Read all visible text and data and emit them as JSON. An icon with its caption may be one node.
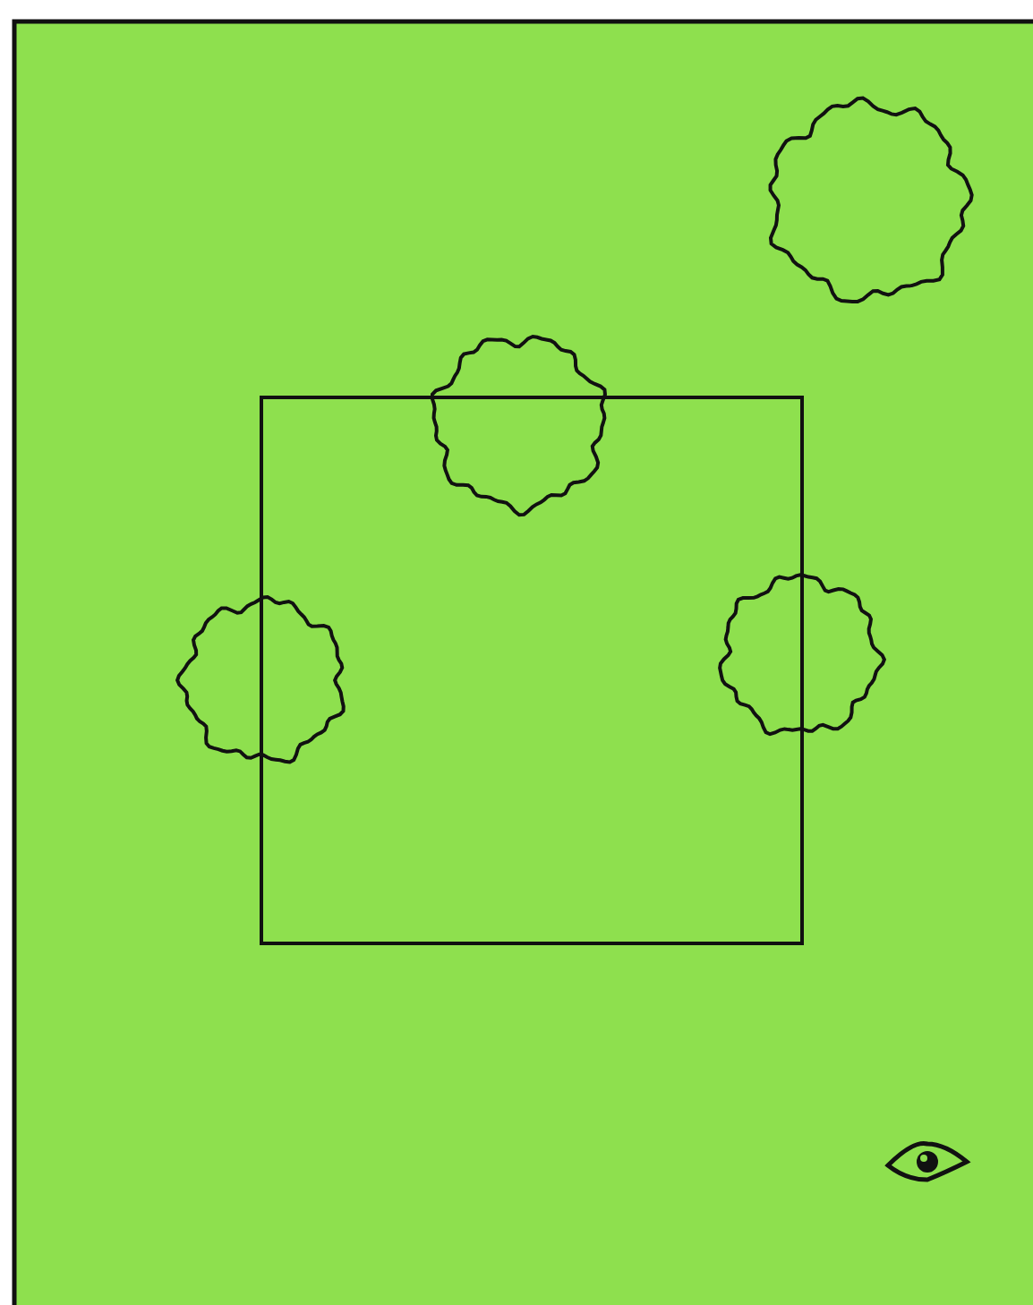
{
  "diagram": {
    "nodes": [
      {
        "text": [],
        "shape": "box"
      },
      {
        "text": [],
        "shape": "blob"
      },
      {
        "text": [],
        "shape": "blob"
      },
      {
        "text": [],
        "shape": "blob"
      },
      {
        "text": [],
        "shape": "blob"
      }
    ]
  }
}
